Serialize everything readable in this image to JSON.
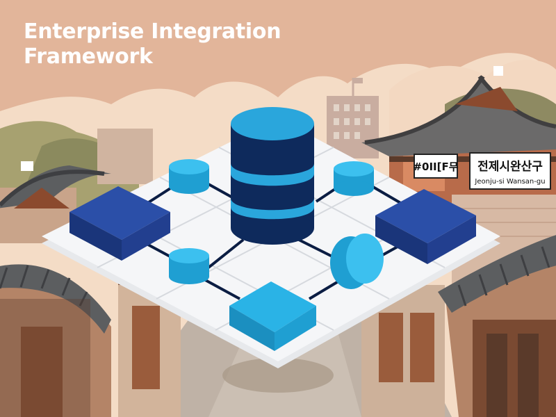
{
  "title_lines": [
    "Enterprise Integration",
    "Framework"
  ],
  "signs": {
    "left": "#0II[F무",
    "right_main": "전제시완산구",
    "right_sub": "Jeonju-si Wansan-gu"
  },
  "colors": {
    "sky": "#f4dcc6",
    "cloud": "#e2b59a",
    "node_dark": "#1e3f8f",
    "node_light": "#2aa6dc",
    "db_dark": "#0e2a5c",
    "platform": "#f5f6f8",
    "connector": "#0b1d43"
  },
  "diagram": {
    "center_node": "database-cylinder",
    "nodes": [
      "left-block",
      "right-block",
      "bottom-block",
      "top-left-cylinder",
      "top-right-cylinder",
      "bottom-left-cylinder",
      "bottom-right-cylinder"
    ]
  }
}
